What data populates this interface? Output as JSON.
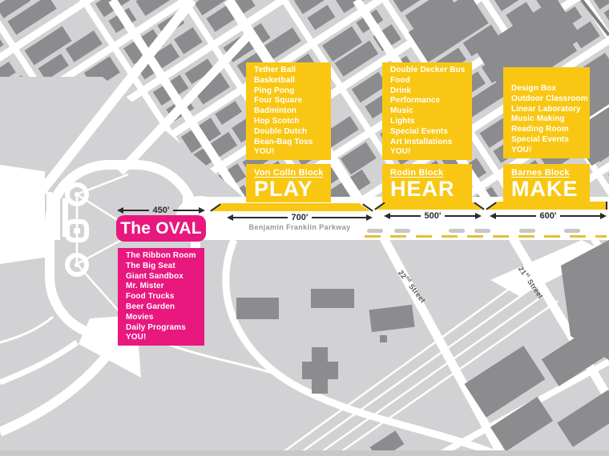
{
  "map": {
    "streets": {
      "parkway": "Benjamin Franklin Parkway",
      "cross": [
        {
          "number": "22",
          "ordinal": "nd",
          "name": "Street"
        },
        {
          "number": "21",
          "ordinal": "st",
          "name": "Street"
        }
      ]
    }
  },
  "oval": {
    "title": "The OVAL",
    "distance": "450'",
    "items": [
      "The Ribbon Room",
      "The Big Seat",
      "Giant Sandbox",
      "Mr. Mister",
      "Food Trucks",
      "Beer Garden",
      "Movies",
      "Daily Programs",
      "YOU!"
    ]
  },
  "blocks": [
    {
      "name": "Von Colln Block",
      "verb": "PLAY",
      "distance": "700'",
      "items": [
        "Tether Ball",
        "Basketball",
        "Ping Pong",
        "Four Square",
        "Badminton",
        "Hop Scotch",
        "Double Dutch",
        "Bean-Bag Toss",
        "YOU!"
      ]
    },
    {
      "name": "Rodin Block",
      "verb": "HEAR",
      "distance": "500'",
      "items": [
        "Double Decker Bus",
        "Food",
        "Drink",
        "Performance",
        "Music",
        "Lights",
        "Special Events",
        "Art Installations",
        "YOU!"
      ]
    },
    {
      "name": "Barnes Block",
      "verb": "MAKE",
      "distance": "600'",
      "items": [
        "Design Box",
        "Outdoor Classroom",
        "Linear Laboratory",
        "Music Making",
        "Reading Room",
        "Special Events",
        "YOU!"
      ]
    }
  ],
  "colors": {
    "accent_pink": "#e8187e",
    "accent_yellow": "#f9c713",
    "road": "#ffffff",
    "building": "#8c8c8f",
    "map_bg": "#d2d2d4"
  }
}
